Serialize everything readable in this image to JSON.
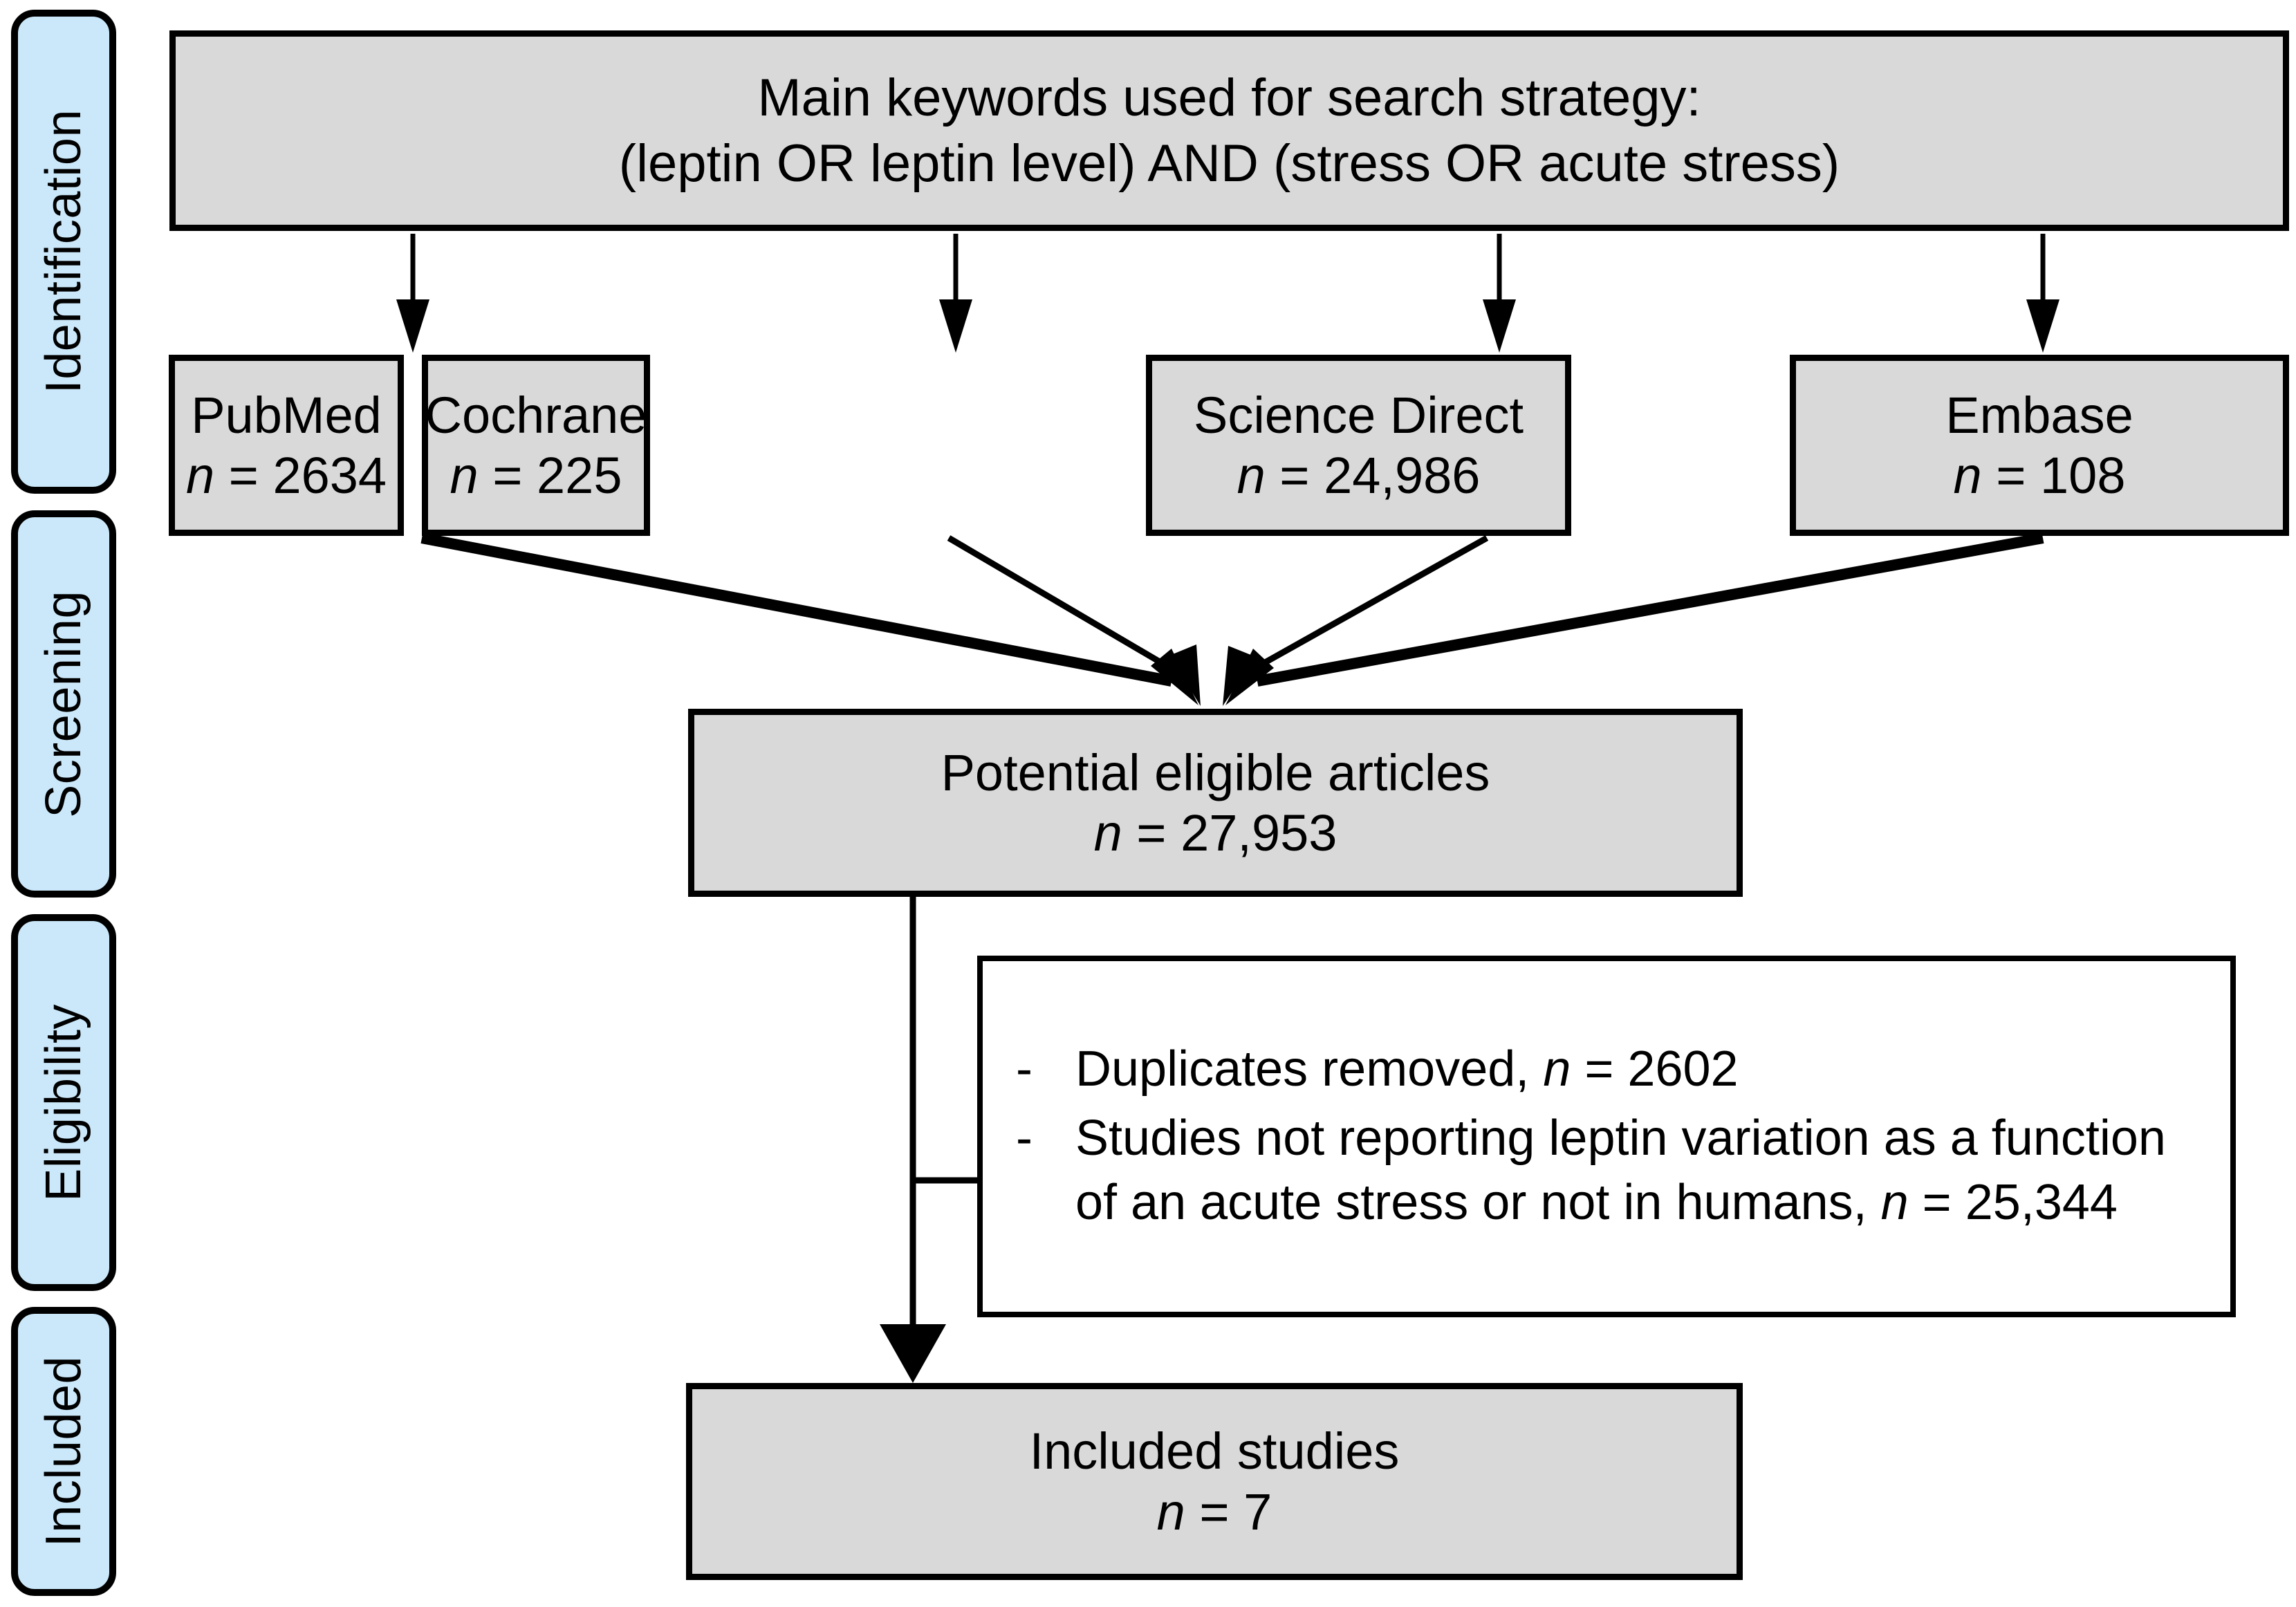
{
  "diagram": {
    "title": "PRISMA study selection flow diagram",
    "colors": {
      "phase_label_fill": "#cbe8fa",
      "box_fill": "#d9d9d9",
      "exclusion_fill": "#ffffff",
      "stroke": "#000000"
    }
  },
  "phases": [
    {
      "label": "Identification"
    },
    {
      "label": "Screening"
    },
    {
      "label": "Eligibility"
    },
    {
      "label": "Included"
    }
  ],
  "keywords_box": {
    "line1": "Main keywords used for search strategy:",
    "line2": "(leptin OR leptin level) AND (stress OR acute stress)"
  },
  "databases": [
    {
      "name": "PubMed",
      "n_label": "n",
      "n_eq": " = ",
      "count": "2634"
    },
    {
      "name": "Cochrane",
      "n_label": "n",
      "n_eq": " = ",
      "count": "225"
    },
    {
      "name": "Science Direct",
      "n_label": "n",
      "n_eq": " = ",
      "count": "24,986"
    },
    {
      "name": "Embase",
      "n_label": "n",
      "n_eq": " = ",
      "count": "108"
    }
  ],
  "potential_box": {
    "title": "Potential eligible articles",
    "n_label": "n",
    "n_eq": " = ",
    "count": "27,953"
  },
  "exclusions": {
    "bullet": "-",
    "items": [
      {
        "text_before": "Duplicates removed, ",
        "n_label": "n",
        "n_eq": " = ",
        "count": "2602",
        "text_after": ""
      },
      {
        "text_before": "Studies not reporting leptin variation as a function of an acute stress or not in humans, ",
        "n_label": "n",
        "n_eq": " = ",
        "count": "25,344",
        "text_after": ""
      }
    ]
  },
  "included_box": {
    "title": "Included studies",
    "n_label": "n",
    "n_eq": " = ",
    "count": "7"
  }
}
